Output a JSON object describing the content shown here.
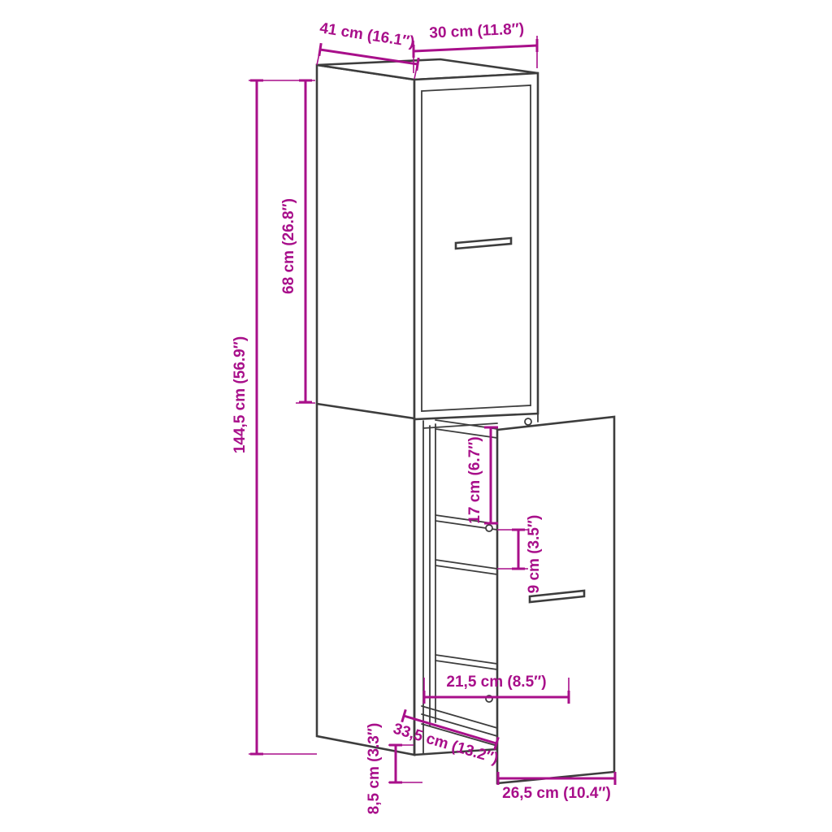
{
  "page": {
    "background": "#ffffff",
    "description": "Product dimension diagram of a tall narrow apothecary cabinet with pull-out unit"
  },
  "diagram": {
    "colors": {
      "dimension": "#a80f8a",
      "outline": "#3d3d3d"
    },
    "dimensions": {
      "depth": "41 cm (16.1″)",
      "width": "30 cm (11.8″)",
      "upper_section_height": "68 cm (26.8″)",
      "total_height": "144,5 cm (56.9″)",
      "shelf_spacing_upper": "17 cm (6.7″)",
      "shelf_spacing_lower": "9 cm (3.5″)",
      "inner_shelf_depth": "21,5 cm (8.5″)",
      "pullout_extension": "33,5 cm (13.2″)",
      "base_height": "8,5 cm (3.3″)",
      "pullout_front_width": "26,5 cm (10.4″)"
    }
  }
}
